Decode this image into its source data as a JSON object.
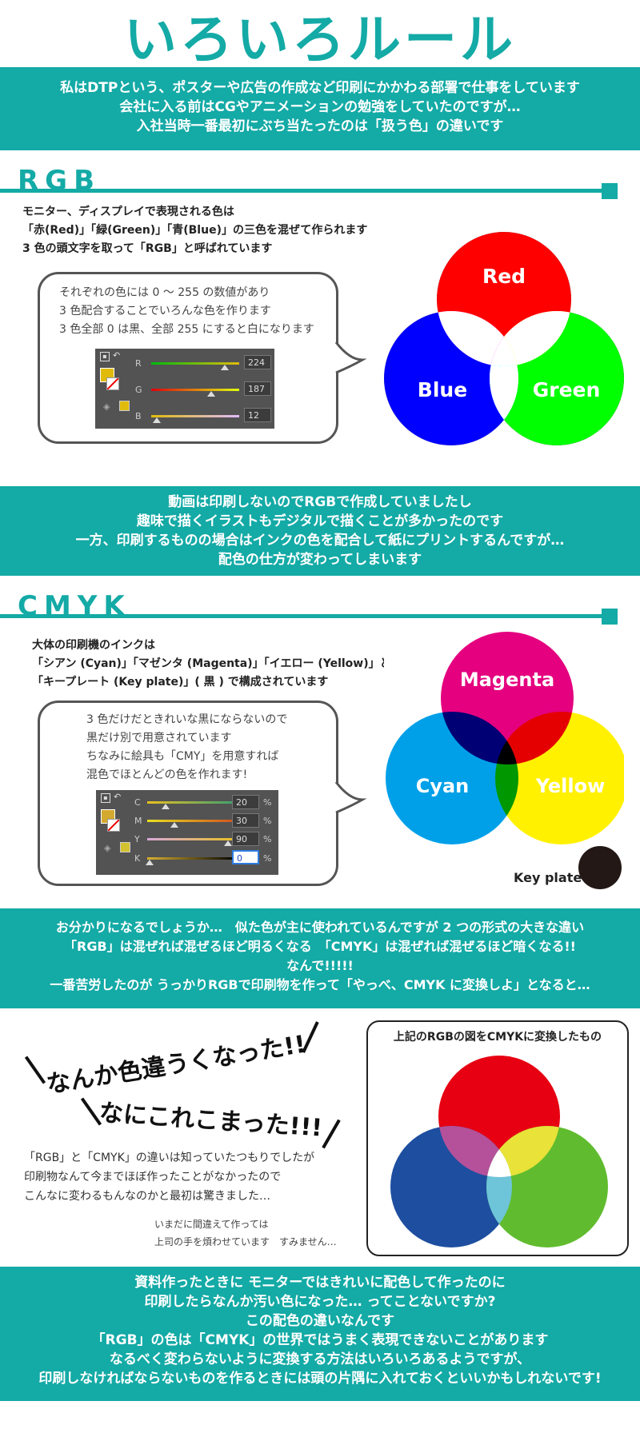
{
  "title": "いろいろルール",
  "intro": {
    "lines": [
      "私はDTPという、ポスターや広告の作成など印刷にかかわる部署で仕事をしています",
      "会社に入る前はCGやアニメーションの勉強をしていたのですが…",
      "入社当時一番最初にぶち当たったのは「扱う色」の違いです"
    ]
  },
  "rgb": {
    "heading": "RGB",
    "desc": [
      "モニター、ディスプレイで表現される色は",
      "「赤(Red)」「緑(Green)」「青(Blue)」の三色を混ぜて作られます",
      "3 色の頭文字を取って「RGB」と呼ばれています"
    ],
    "bubble": [
      "それぞれの色には 0 〜 255 の数値があり",
      "3 色配合することでいろんな色を作ります",
      "3 色全部 0 は黒、全部 255 にすると白になります"
    ],
    "picker": {
      "rows": [
        {
          "label": "R",
          "value": "224"
        },
        {
          "label": "G",
          "value": "187"
        },
        {
          "label": "B",
          "value": "12"
        }
      ]
    },
    "circles": {
      "red": "Red",
      "green": "Green",
      "blue": "Blue"
    },
    "colors": {
      "red": "#ff0000",
      "green": "#00ff00",
      "blue": "#0000ff"
    }
  },
  "band2": {
    "lines": [
      "動画は印刷しないのでRGBで作成していましたし",
      "趣味で描くイラストもデジタルで描くことが多かったのです",
      "一方、印刷するものの場合はインクの色を配合して紙にプリントするんですが…",
      "配色の仕方が変わってしまいます"
    ]
  },
  "cmyk": {
    "heading": "CMYK",
    "desc": [
      "大体の印刷機のインクは",
      "「シアン (Cyan)」「マゼンタ (Magenta)」「イエロー (Yellow)」と",
      "「キープレート (Key plate)」( 黒 ) で構成されています"
    ],
    "bubble": [
      "3 色だけだときれいな黒にならないので",
      "黒だけ別で用意されています",
      "ちなみに絵具も「CMY」を用意すれば",
      "混色でほとんどの色を作れます!"
    ],
    "picker": {
      "rows": [
        {
          "label": "C",
          "value": "20",
          "pct": "%"
        },
        {
          "label": "M",
          "value": "30",
          "pct": "%"
        },
        {
          "label": "Y",
          "value": "90",
          "pct": "%"
        },
        {
          "label": "K",
          "value": "0",
          "pct": "%"
        }
      ]
    },
    "circles": {
      "magenta": "Magenta",
      "cyan": "Cyan",
      "yellow": "Yellow"
    },
    "key_plate": "Key plate",
    "colors": {
      "magenta": "#e4007f",
      "cyan": "#00a0e9",
      "yellow": "#fff100",
      "key": "#231815"
    }
  },
  "band3": {
    "lines": [
      "お分かりになるでしょうか…　似た色が主に使われているんですが 2 つの形式の大きな違い",
      "「RGB」は混ぜれば混ぜるほど明るくなる　「CMYK」は混ぜれば混ぜるほど暗くなる!!",
      "なんで!!!!!",
      "一番苦労したのが うっかりRGBで印刷物を作って「やっべ、CMYK に変換しよ」となると…"
    ]
  },
  "reaction": {
    "shout1": "なんか色違うくなった!!",
    "shout2": "なにこれこまった!!!",
    "body": [
      "「RGB」と「CMYK」の違いは知っていたつもりでしたが",
      "印刷物なんて今までほぼ作ったことがなかったので",
      "こんなに変わるもんなのかと最初は驚きました…"
    ],
    "aside": [
      "いまだに間違えて作っては",
      "上司の手を煩わせています　すみません…"
    ],
    "converted_caption": "上記のRGBの図をCMYKに変換したもの"
  },
  "band4": {
    "lines": [
      "資料作ったときに モニターではきれいに配色して作ったのに",
      "印刷したらなんか汚い色になった… ってことないですか?",
      "この配色の違いなんです",
      "「RGB」の色は「CMYK」の世界ではうまく表現できないことがあります",
      "なるべく変わらないように変換する方法はいろいろあるようですが、",
      "印刷しなければならないものを作るときには頭の片隅に入れておくといいかもしれないです!"
    ]
  },
  "accent_color": "#14aaa6"
}
